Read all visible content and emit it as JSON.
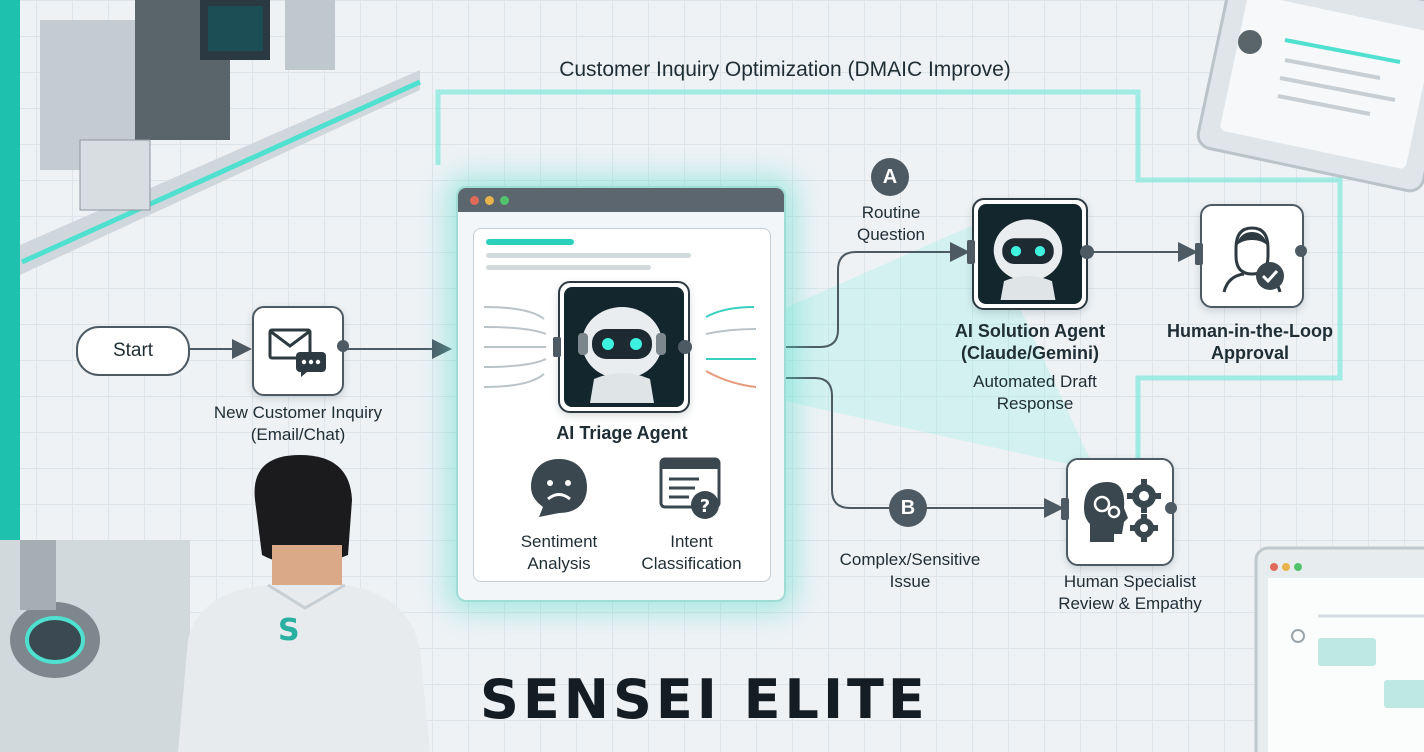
{
  "title": "Customer Inquiry Optimization (DMAIC Improve)",
  "start": {
    "label": "Start"
  },
  "inquiry": {
    "label_line1": "New Customer Inquiry",
    "label_line2": "(Email/Chat)"
  },
  "triage": {
    "label": "AI Triage Agent",
    "sentiment": {
      "line1": "Sentiment",
      "line2": "Analysis"
    },
    "intent": {
      "line1": "Intent",
      "line2": "Classification"
    }
  },
  "branch_a": {
    "marker": "A",
    "line1": "Routine",
    "line2": "Question"
  },
  "branch_b": {
    "marker": "B",
    "line1": "Complex/Sensitive",
    "line2": "Issue"
  },
  "solution_agent": {
    "line1": "AI Solution Agent",
    "line2": "(Claude/Gemini)",
    "sub_line1": "Automated Draft",
    "sub_line2": "Response"
  },
  "approval": {
    "line1": "Human-in-the-Loop",
    "line2": "Approval"
  },
  "specialist": {
    "line1": "Human Specialist",
    "line2": "Review & Empathy"
  },
  "brand": "SENSEI ELITE",
  "colors": {
    "accent": "#1ec1ad",
    "glow": "#5fe3d4",
    "node_border": "#4d5a63",
    "text": "#1f2d35"
  },
  "icons": [
    "envelope-chat-icon",
    "robot-icon",
    "sad-face-icon",
    "form-question-icon",
    "user-check-icon",
    "head-gears-icon"
  ]
}
